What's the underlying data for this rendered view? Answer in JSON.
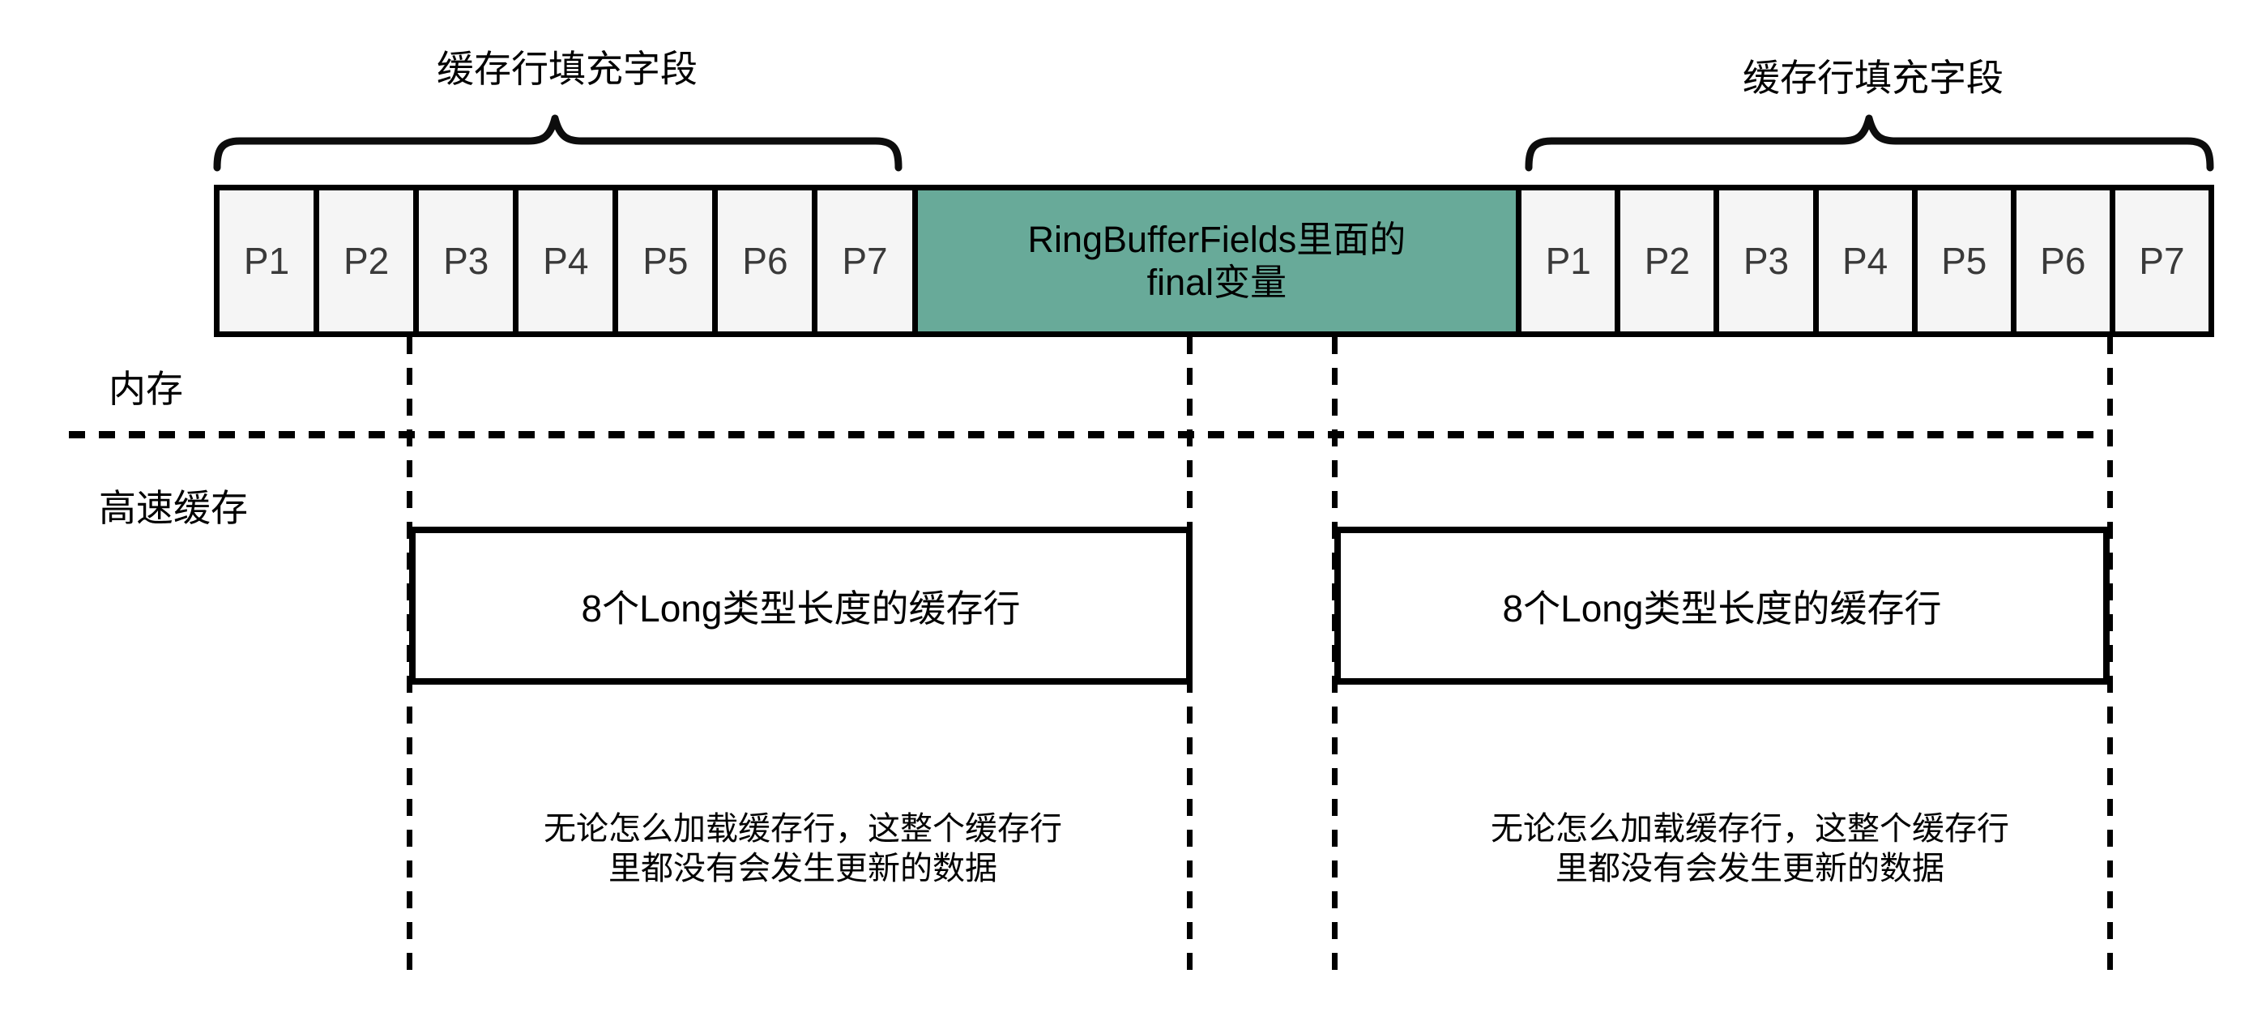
{
  "braces": {
    "left_label": "缓存行填充字段",
    "right_label": "缓存行填充字段"
  },
  "memory_row": {
    "left_cells": [
      "P1",
      "P2",
      "P3",
      "P4",
      "P5",
      "P6",
      "P7"
    ],
    "center_label_line1": "RingBufferFields里面的",
    "center_label_line2": "final变量",
    "right_cells": [
      "P1",
      "P2",
      "P3",
      "P4",
      "P5",
      "P6",
      "P7"
    ]
  },
  "section_labels": {
    "memory": "内存",
    "cache": "高速缓存"
  },
  "cache_lines": {
    "left_box_label": "8个Long类型长度的缓存行",
    "right_box_label": "8个Long类型长度的缓存行",
    "left_note_line1": "无论怎么加载缓存行，这整个缓存行",
    "left_note_line2": "里都没有会发生更新的数据",
    "right_note_line1": "无论怎么加载缓存行，这整个缓存行",
    "right_note_line2": "里都没有会发生更新的数据"
  },
  "colors": {
    "final_field_teal": "#68aa99",
    "padding_cell_bg": "#f5f5f5",
    "line_black": "#000000",
    "padding_label_gray": "#3a3a3a"
  }
}
